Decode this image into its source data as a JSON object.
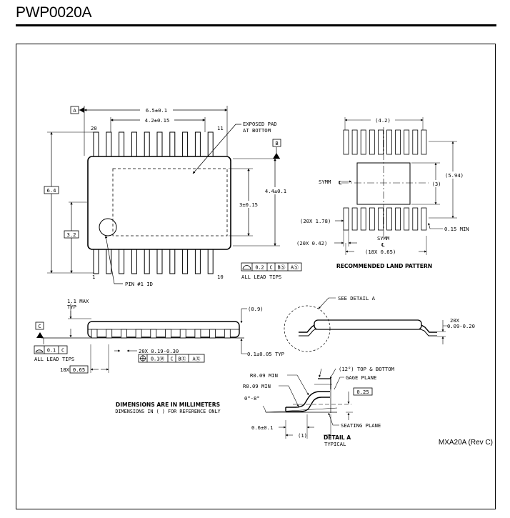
{
  "page": {
    "title": "PWP0020A",
    "drawing_number": "MXA20A (Rev C)"
  },
  "top_view": {
    "datum_a": "A",
    "datum_b": "B",
    "width_dim": "6.5±0.1",
    "lead_pitch_span": "4.2±0.15",
    "exposed_pad_line1": "EXPOSED PAD",
    "exposed_pad_line2": "AT BOTTOM",
    "pin_20": "20",
    "pin_11": "11",
    "pin_1": "1",
    "pin_10": "10",
    "body_width": "4.4±0.1",
    "pad_height": "3±0.15",
    "overall_width": "6.4",
    "pad_offset": "3.2",
    "pin1_id": "PIN #1 ID",
    "flatness_tol": "0.2",
    "flatness_ref_c": "C",
    "flatness_ref_b": "BⓈ",
    "flatness_ref_a": "AⓈ",
    "all_lead_tips": "ALL LEAD TIPS"
  },
  "land_pattern": {
    "top_dim": "(4.2)",
    "right_dim": "(5.94)",
    "inner_dim": "(3)",
    "symm_side": "SYMM",
    "pad_length": "(20X 1.78)",
    "pad_width": "(20X 0.42)",
    "min_space": "0.15 MIN",
    "symm_bottom": "SYMM",
    "pitch": "(18X 0.65)",
    "title": "RECOMMENDED LAND PATTERN"
  },
  "side_view": {
    "max_height_line1": "1.1 MAX",
    "max_height_line2": "TYP",
    "datum_c": "C",
    "pkg_thickness": "(0.9)",
    "standoff": "0.1±0.05 TYP",
    "coplanarity_tol": "0.1",
    "coplanarity_ref": "C",
    "all_lead_tips": "ALL LEAD TIPS",
    "lead_width": "20X 0.19-0.30",
    "lead_pos_tol": "0.1Ⓜ",
    "lead_pos_ref_c": "C",
    "lead_pos_ref_b": "BⓈ",
    "lead_pos_ref_a": "AⓈ",
    "pitch_prefix": "18X",
    "pitch_value": "0.65"
  },
  "end_view": {
    "see_detail": "SEE DETAIL A",
    "lead_thk_line1": "20X",
    "lead_thk_line2": "0.09-0.20"
  },
  "detail_a": {
    "top_angle": "(12°) TOP & BOTTOM",
    "gage_plane": "GAGE PLANE",
    "gage_value": "0.25",
    "radius1": "R0.09 MIN",
    "radius2": "R0.09 MIN",
    "angle": "0°-8°",
    "seating_plane": "SEATING PLANE",
    "foot_length": "0.6±0.1",
    "foot_ref": "(1)",
    "title": "DETAIL A",
    "subtitle": "TYPICAL"
  },
  "notes": {
    "line1": "DIMENSIONS ARE IN MILLIMETERS",
    "line2": "DIMENSIONS IN ( ) FOR REFERENCE ONLY"
  }
}
